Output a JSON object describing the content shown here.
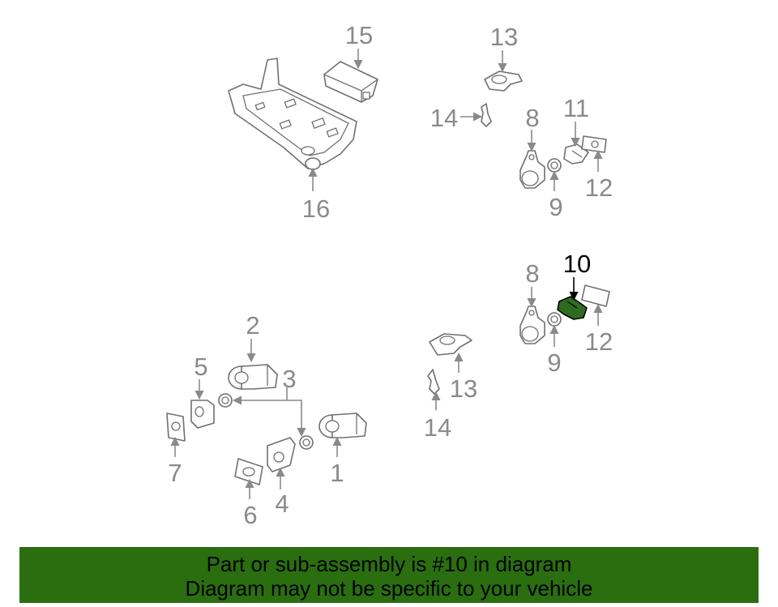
{
  "callouts": {
    "c1": "1",
    "c2": "2",
    "c3": "3",
    "c4": "4",
    "c5": "5",
    "c6": "6",
    "c7": "7",
    "c8a": "8",
    "c8b": "8",
    "c9a": "9",
    "c9b": "9",
    "c10": "10",
    "c11": "11",
    "c12a": "12",
    "c12b": "12",
    "c13a": "13",
    "c13b": "13",
    "c14a": "14",
    "c14b": "14",
    "c15": "15",
    "c16": "16"
  },
  "highlight": {
    "part_number": "10",
    "color": "#2f6b1f"
  },
  "banner": {
    "line1": "Part or sub-assembly is #10 in diagram",
    "line2": "Diagram may not be specific to your vehicle",
    "background": "#2a6e10"
  }
}
